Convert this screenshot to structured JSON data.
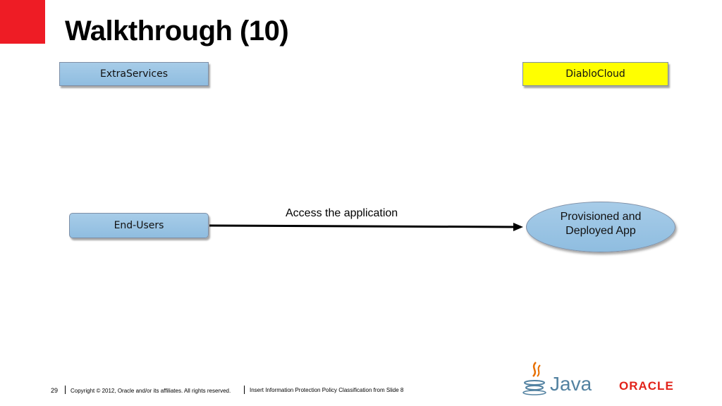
{
  "slide": {
    "title": "Walkthrough (10)",
    "page_number": "29",
    "copyright": "Copyright © 2012, Oracle and/or its affiliates. All rights reserved.",
    "policy": "Insert Information Protection Policy Classification from Slide 8",
    "java_logo_text": "Java",
    "oracle_logo_text": "ORACLE"
  },
  "diagram": {
    "extra_services": "ExtraServices",
    "diablo_cloud": "DiabloCloud",
    "end_users": "End-Users",
    "app_line1": "Provisioned and",
    "app_line2": "Deployed App",
    "arrow_label": "Access the application"
  },
  "colors": {
    "accent_red": "#ee1c25",
    "box_blue": "#9cc5e4",
    "box_yellow": "#ffff00",
    "oracle_red": "#e2231a",
    "java_blue": "#5382a1",
    "java_orange": "#e76f00"
  }
}
